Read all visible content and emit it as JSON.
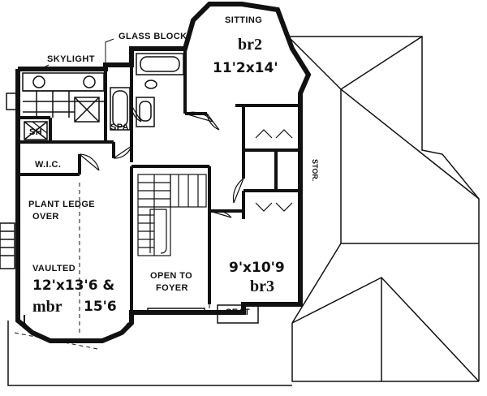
{
  "labels": {
    "sitting": "SITTING",
    "glass_block": "GLASS BLOCK",
    "skylight": "SKYLIGHT",
    "sh": "SH",
    "spa": "SPA",
    "wic": "W.I.C.",
    "stor": "STOR.",
    "plant_ledge_line1": "PLANT LEDGE",
    "plant_ledge_line2": "OVER",
    "vaulted": "VAULTED",
    "mbr_dim_line1": "12'x13'6 &",
    "mbr_name": "mbr",
    "mbr_dim_line2": "15'6",
    "open_to_line1": "OPEN TO",
    "open_to_line2": "FOYER",
    "br3_dim": "9'x10'9",
    "br3_name": "br3",
    "seat": "SEAT",
    "br2_name": "br2",
    "br2_dim": "11'2x14'"
  },
  "colors": {
    "line": "#111111",
    "background": "#ffffff"
  }
}
